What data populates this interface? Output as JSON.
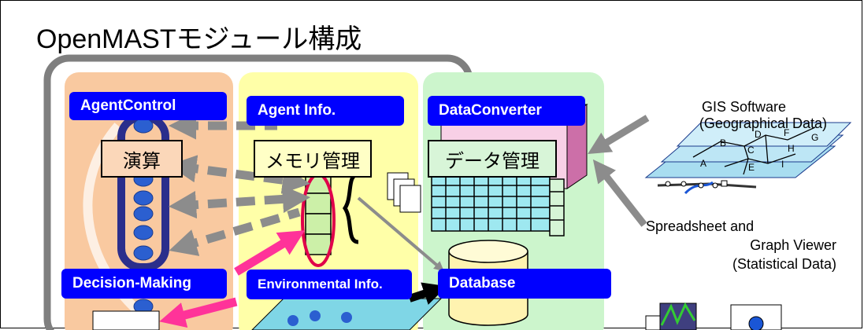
{
  "title": "OpenMASTモジュール構成",
  "modules": {
    "agent_control": "AgentControl",
    "agent_info": "Agent Info.",
    "data_converter": "DataConverter",
    "decision_making": "Decision-Making",
    "environmental_info": "Environmental Info.",
    "database": "Database"
  },
  "boxes": {
    "calc": "演算",
    "memory": "メモリ管理",
    "data_mgmt": "データ管理"
  },
  "external": {
    "gis_line1": "GIS Software",
    "gis_line2": "(Geographical Data)",
    "sheet_line1": "Spreadsheet and",
    "sheet_line2": "Graph Viewer",
    "sheet_line3": "(Statistical Data)"
  },
  "map_labels": [
    "A",
    "B",
    "C",
    "D",
    "E",
    "F",
    "G",
    "H",
    "I"
  ],
  "colors": {
    "label_blue": "#0000ff",
    "col_orange": "#f9c9a0",
    "col_yellow": "#ffffa8",
    "col_green": "#ccf5cc",
    "arrow_gray": "#8c8c8c",
    "arrow_pink": "#ff3399"
  }
}
